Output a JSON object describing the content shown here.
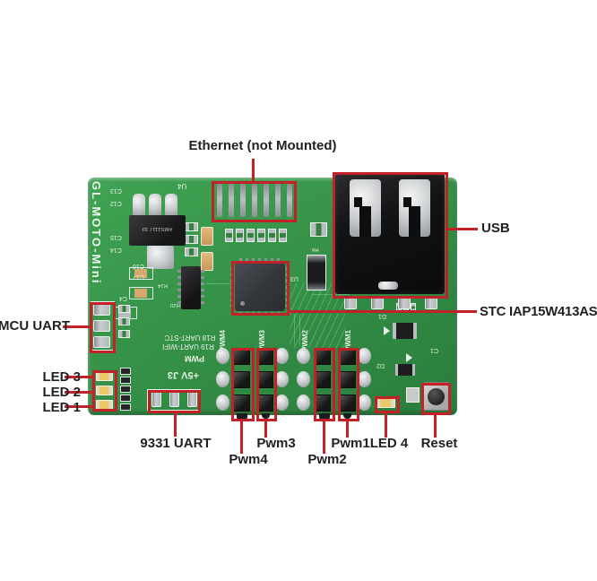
{
  "colors": {
    "annotation_red": "#c32128",
    "label_text": "#231f20",
    "pcb_green": "#35924a",
    "silkscreen_white": "#e8f1e6",
    "component_black": "#1d1d1f",
    "solder_silver": "#c9cdd0",
    "background": "#ffffff"
  },
  "annotations": {
    "ethernet": {
      "label": "Ethernet (not Mounted)"
    },
    "usb": {
      "label": "USB"
    },
    "stc_chip": {
      "label": "STC IAP15W413AS"
    },
    "mcu_uart": {
      "label": "MCU UART"
    },
    "led3": {
      "label": "LED 3"
    },
    "led2": {
      "label": "LED 2"
    },
    "led1": {
      "label": "LED 1"
    },
    "uart_9331": {
      "label": "9331 UART"
    },
    "pwm4": {
      "label": "Pwm4"
    },
    "pwm3": {
      "label": "Pwm3"
    },
    "pwm2": {
      "label": "Pwm2"
    },
    "pwm1": {
      "label": "Pwm1"
    },
    "led4": {
      "label": "LED 4"
    },
    "reset": {
      "label": "Reset"
    }
  },
  "board_silkscreen": {
    "board_name": "GL-MOTO-Mini",
    "u4": "U4",
    "u3": "U3",
    "r6": "R6",
    "r14": "R14",
    "r20": "R20",
    "d1": "D1",
    "d2": "D2",
    "c1": "C1",
    "c13": "C13",
    "c12": "C12",
    "c15": "C15",
    "c14": "C14",
    "c16": "C16",
    "c17": "C17",
    "c4": "C4",
    "uart_stc": "R18 UART-STC",
    "uart_wifi": "R19 UART-WIFI",
    "pwm": "PWM",
    "power_header": "+5V J3",
    "pwm_col_4": "PWM4",
    "pwm_col_3": "PWM3",
    "pwm_col_2": "PWM2",
    "pwm_col_1": "PWM1",
    "regulator_marking": "AMS1117 33"
  }
}
